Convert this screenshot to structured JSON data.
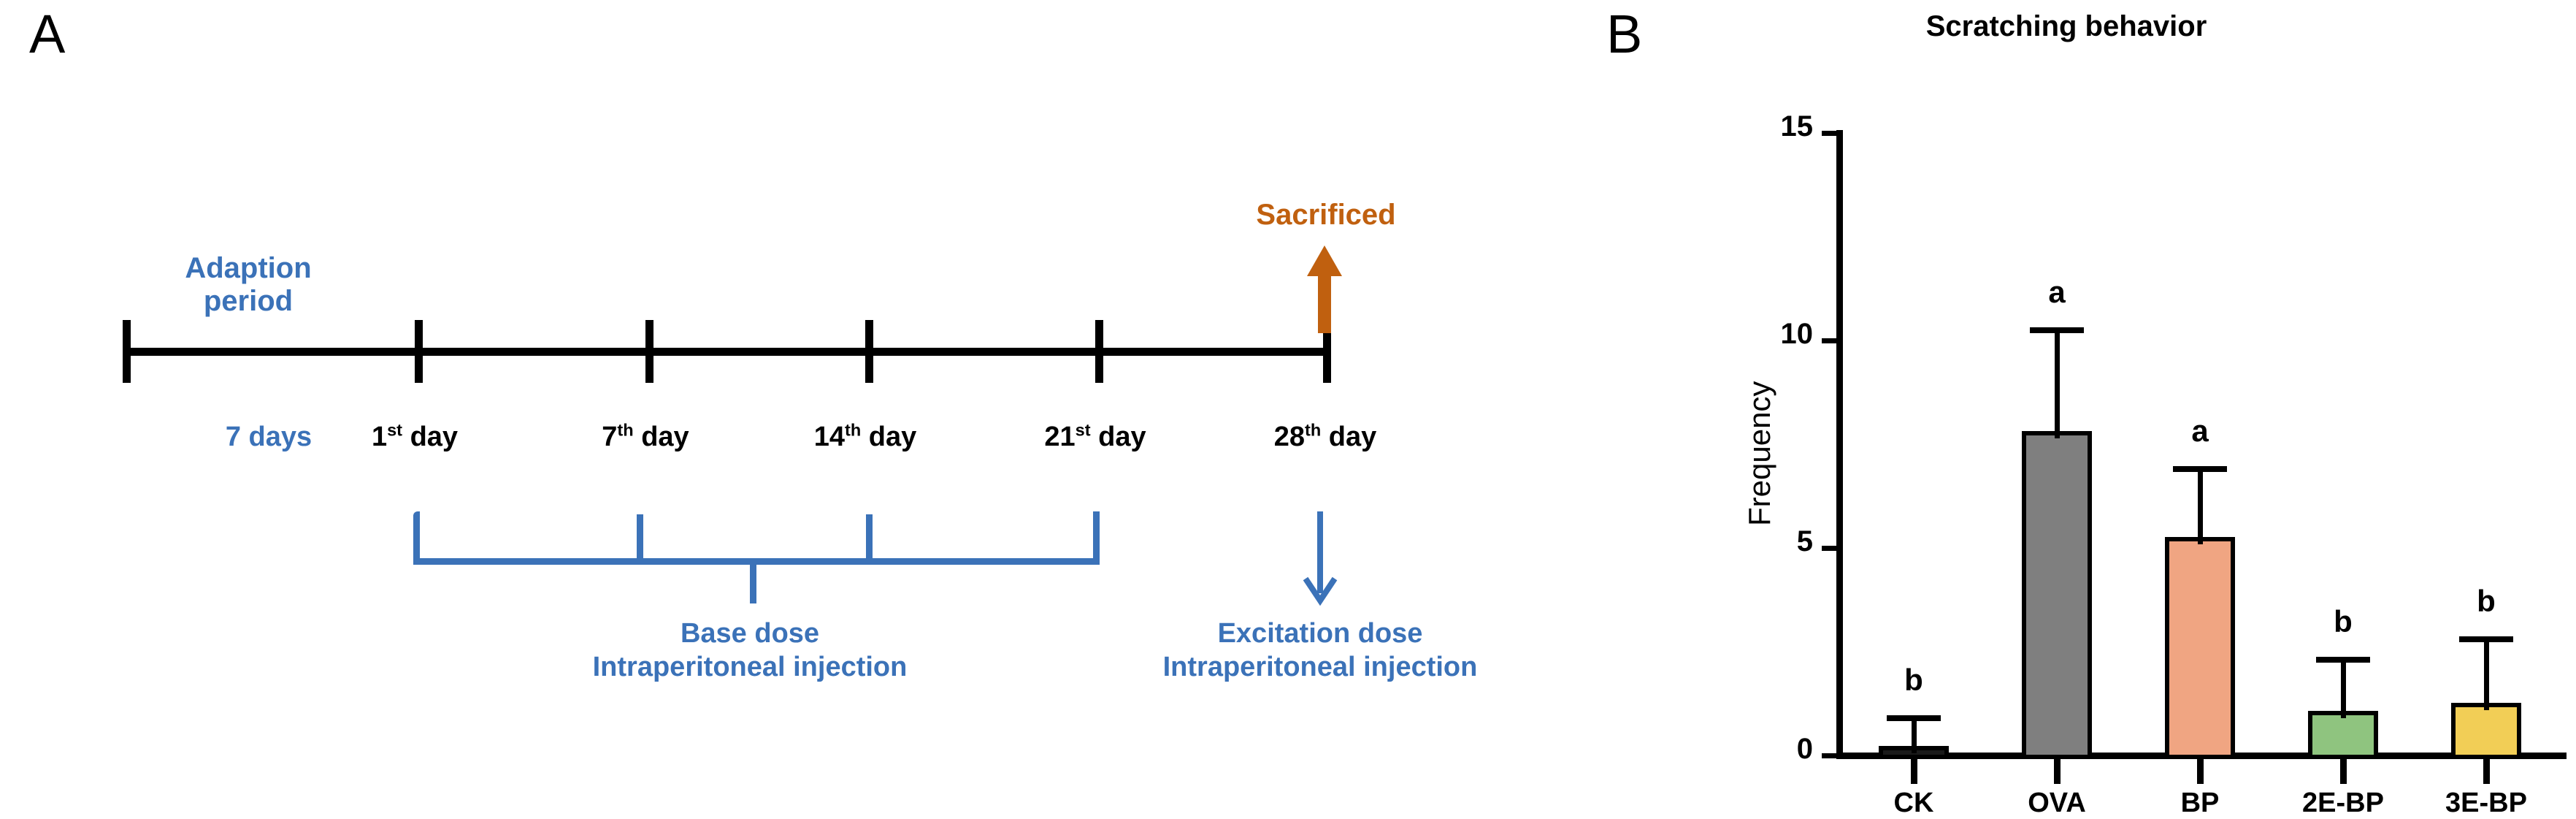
{
  "figure": {
    "panel_a_letter": "A",
    "panel_b_letter": "B"
  },
  "panel_a": {
    "adaption_line1": "Adaption",
    "adaption_line2": "period",
    "adaption_duration": "7 days",
    "sacrificed_label": "Sacrificed",
    "timeline_ticks": [
      {
        "label_num": "1",
        "label_sup": "st",
        "label_tail": " day"
      },
      {
        "label_num": "7",
        "label_sup": "th",
        "label_tail": " day"
      },
      {
        "label_num": "14",
        "label_sup": "th",
        "label_tail": " day"
      },
      {
        "label_num": "21",
        "label_sup": "st",
        "label_tail": " day"
      },
      {
        "label_num": "28",
        "label_sup": "th",
        "label_tail": " day"
      }
    ],
    "base_dose_line1": "Base dose",
    "base_dose_line2": "Intraperitoneal injection",
    "excitation_line1": "Excitation dose",
    "excitation_line2": "Intraperitoneal injection",
    "colors": {
      "blue": "#3b72b8",
      "orange": "#c0600f",
      "black": "#000000"
    }
  },
  "panel_b": {
    "chart_data": {
      "type": "bar",
      "title": "Scratching behavior",
      "xlabel": "",
      "ylabel": "Frequency",
      "ylim": [
        0,
        15
      ],
      "yticks": [
        0,
        5,
        10,
        15
      ],
      "ytick_labels": [
        "0",
        "5",
        "10",
        "15"
      ],
      "grid": false,
      "legend": null,
      "categories": [
        "CK",
        "OVA",
        "BP",
        "2E-BP",
        "3E-BP"
      ],
      "values": [
        0.15,
        7.75,
        5.2,
        1.0,
        1.2
      ],
      "errors": [
        0.75,
        2.5,
        1.7,
        1.3,
        1.6
      ],
      "annotations": [
        "b",
        "a",
        "a",
        "b",
        "b"
      ],
      "bar_colors": [
        "#1a1a1a",
        "#7f7f7f",
        "#f0a582",
        "#8fc47f",
        "#f2ce56"
      ]
    }
  }
}
